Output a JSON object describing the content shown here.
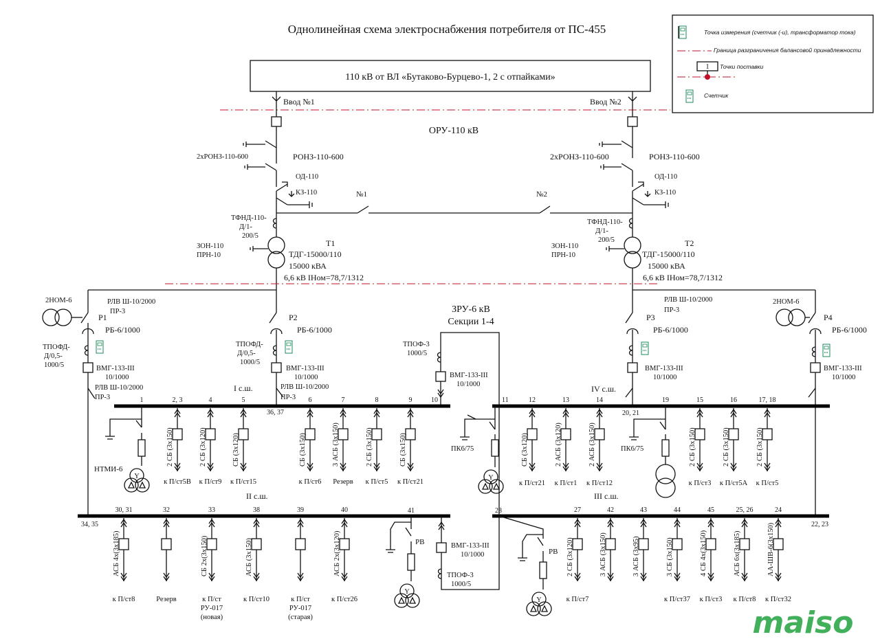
{
  "title": "Однолинейная схема электроснабжения потребителя от ПС-455",
  "source_line": "110 кВ от ВЛ «Бутаково-Бурцево-1, 2 с отпайками»",
  "legend": {
    "measure": "Точка измерения (счетчик (-и), трансформатор тока)",
    "boundary": "Граница разграничения балансовой принадлежности",
    "delivery_num": "1",
    "delivery": "Точки поставки",
    "meter": "Счетчик"
  },
  "inputs": {
    "in1": "Ввод №1",
    "in2": "Ввод №2"
  },
  "oru": "ОРУ-110 кВ",
  "left": {
    "ronz_a": "2хРОНЗ-110-600",
    "ronz_b": "РОНЗ-110-600",
    "od": "ОД-110",
    "kz": "КЗ-110",
    "tfnd": [
      "ТФНД-110-",
      "Д/1-",
      "200/5"
    ],
    "zon": [
      "ЗОН-110",
      "ПРН-10"
    ],
    "t": "Т1",
    "tdg": "ТДГ-15000/110",
    "kva": "15000 кВА",
    "inom": "6,6 кВ IНом=78,7/1312"
  },
  "right": {
    "ronz_a": "2хРОНЗ-110-600",
    "ronz_b": "РОНЗ-110-600",
    "od": "ОД-110",
    "kz": "КЗ-110",
    "tfnd": [
      "ТФНД-110-",
      "Д/1-",
      "200/5"
    ],
    "zon": [
      "ЗОН-110",
      "ПРН-10"
    ],
    "t": "Т2",
    "tdg": "ТДГ-15000/110",
    "kva": "15000 кВА",
    "inom": "6,6 кВ IНом=78,7/1312"
  },
  "bridge": {
    "n1": "№1",
    "n2": "№2"
  },
  "zru": {
    "l1": "ЗРУ-6 кВ",
    "l2": "Секции 1-4"
  },
  "p1": {
    "nom": "2НОМ-6",
    "rlv": [
      "РЛВ Ш-10/2000",
      "ПР-3"
    ],
    "p": "Р1",
    "rb": "РБ-6/1000",
    "tt": [
      "ТПОФД-",
      "Д/0,5-",
      "1000/5"
    ],
    "vmg": [
      "ВМГ-133-III",
      "10/1000"
    ],
    "rlv2": [
      "РЛВ Ш-10/2000",
      "ПР-3"
    ]
  },
  "p2": {
    "p": "Р2",
    "rb": "РБ-6/1000",
    "tt": [
      "ТПОФД-",
      "Д/0,5-",
      "1000/5"
    ],
    "vmg": [
      "ВМГ-133-III",
      "10/1000"
    ],
    "rlv2": [
      "РЛВ Ш-10/2000",
      "ПР-3"
    ]
  },
  "p3": {
    "rlv": [
      "РЛВ Ш-10/2000",
      "ПР-3"
    ],
    "p": "Р3",
    "rb": "РБ-6/1000",
    "vmg": [
      "ВМГ-133-III",
      "10/1000"
    ]
  },
  "p4": {
    "nom": "2НОМ-6",
    "p": "Р4",
    "rb": "РБ-6/1000",
    "vmg": [
      "ВМГ-133-III",
      "10/1000"
    ]
  },
  "tpof_zru": [
    "ТПОФ-3",
    "1000/5"
  ],
  "vmg_zru": [
    "ВМГ-133-III",
    "10/1000"
  ],
  "sections": {
    "s1": "I с.ш.",
    "s2": "II с.ш.",
    "s3": "III с.ш.",
    "s4": "IV с.ш."
  },
  "nodes": {
    "n3637": "36, 37",
    "n2021": "20, 21",
    "n3435": "34, 35",
    "n2223": "22, 23",
    "n28": "28",
    "n11": "11",
    "n10": "10"
  },
  "ntmi": "НТМИ-6",
  "pk1": "ПК6/75",
  "pk2": "ПК6/75",
  "rv1": "РВ",
  "rv2": "РВ",
  "vmg_s2": [
    "ВМГ-133-III",
    "10/1000"
  ],
  "tpof_s2": [
    "ТПОФ-3",
    "1000/5"
  ],
  "s1_feeders": [
    {
      "num": "1",
      "cable": "",
      "dest": ""
    },
    {
      "num": "2, 3",
      "cable": "2 СБ (3х150)",
      "dest": "к П/ст5В"
    },
    {
      "num": "4",
      "cable": "2 СБ (3х120)",
      "dest": "к П/ст9"
    },
    {
      "num": "5",
      "cable": "СБ (3х120)",
      "dest": "к П/ст15"
    },
    {
      "num": "6",
      "cable": "СБ (3х150)",
      "dest": "к П/ст6"
    },
    {
      "num": "7",
      "cable": "3 АСБ (3х150)",
      "dest": "Резерв"
    },
    {
      "num": "8",
      "cable": "2 СБ (3х150)",
      "dest": "к П/ст5"
    },
    {
      "num": "9",
      "cable": "СБ (3х150)",
      "dest": "к П/ст21"
    }
  ],
  "s4_feeders": [
    {
      "num": "12",
      "cable": "СБ (3х120)",
      "dest": "к П/ст21"
    },
    {
      "num": "13",
      "cable": "2 АСБ (3х120)",
      "dest": "к П/ст1"
    },
    {
      "num": "14",
      "cable": "2 АСБ (3х150)",
      "dest": "к П/ст12"
    },
    {
      "num": "19",
      "cable": "",
      "dest": ""
    },
    {
      "num": "15",
      "cable": "2 СБ (3х150)",
      "dest": "к П/ст3"
    },
    {
      "num": "16",
      "cable": "2 СБ (3х150)",
      "dest": "к П/ст5А"
    },
    {
      "num": "17, 18",
      "cable": "2 СБ (3х150)",
      "dest": "к П/ст5"
    }
  ],
  "s2_feeders": [
    {
      "num": "30, 31",
      "cable": "АСБ 4х(3х185)",
      "dest": "к П/ст8"
    },
    {
      "num": "32",
      "cable": "",
      "dest": "Резерв"
    },
    {
      "num": "33",
      "cable": "СБ 2х(3х150)",
      "dest": "к П/ст",
      "dest2": "РУ-017",
      "dest3": "(новая)"
    },
    {
      "num": "38",
      "cable": "АСБ (3х150)",
      "dest": "к П/ст10"
    },
    {
      "num": "39",
      "cable": "",
      "dest": "к П/ст",
      "dest2": "РУ-017",
      "dest3": "(старая)"
    },
    {
      "num": "40",
      "cable": "АСБ 2х(3х120)",
      "dest": "к П/ст26"
    },
    {
      "num": "41",
      "cable": "",
      "dest": ""
    }
  ],
  "s3_feeders": [
    {
      "num": "27",
      "cable": "2 СБ (3х120)",
      "dest": "к П/ст7"
    },
    {
      "num": "42",
      "cable": "3 АСБ (3х150)",
      "dest": ""
    },
    {
      "num": "43",
      "cable": "3 АСБ (3х95)",
      "dest": ""
    },
    {
      "num": "44",
      "cable": "3 СБ (3х150)",
      "dest": "к П/ст37"
    },
    {
      "num": "45",
      "cable": "4 СБ 4х(3х150)",
      "dest": "к П/ст3"
    },
    {
      "num": "25, 26",
      "cable": "АСБ 6х(3х185)",
      "dest": "к П/ст8"
    },
    {
      "num": "24",
      "cable": "АА-ШВ-6(3х150)",
      "dest": "к П/ст32"
    }
  ],
  "watermark": "maiso"
}
